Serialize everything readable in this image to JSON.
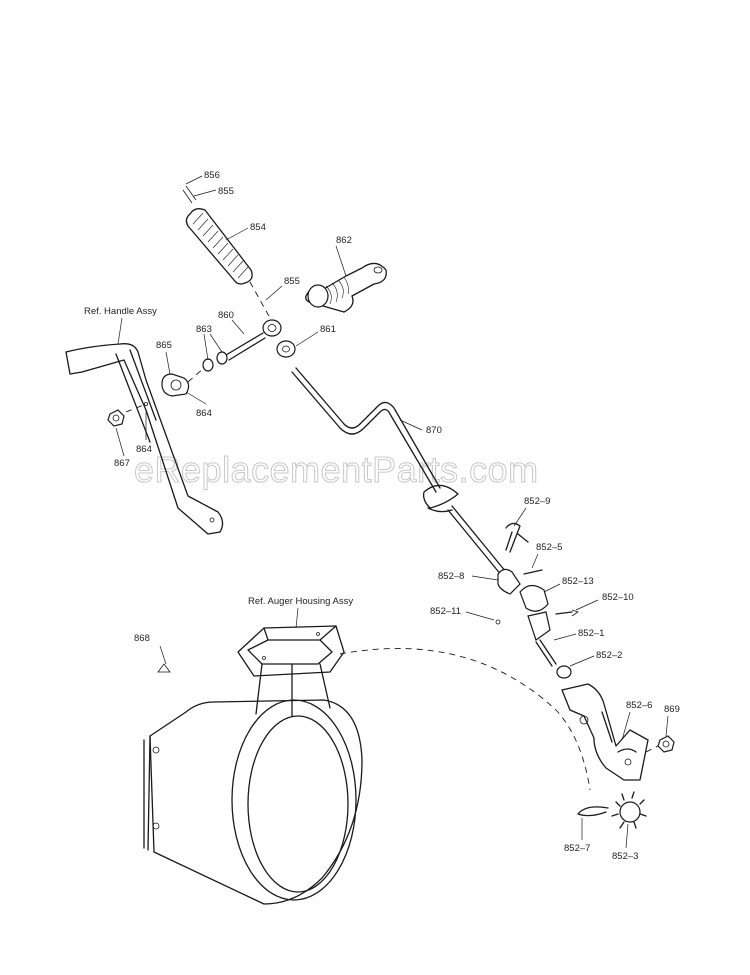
{
  "watermark": "eReplacementParts.com",
  "references": {
    "handle": "Ref. Handle Assy",
    "auger": "Ref. Auger Housing Assy"
  },
  "callouts": [
    {
      "id": "856",
      "label": "856"
    },
    {
      "id": "855a",
      "label": "855"
    },
    {
      "id": "854",
      "label": "854"
    },
    {
      "id": "862",
      "label": "862"
    },
    {
      "id": "855b",
      "label": "855"
    },
    {
      "id": "860",
      "label": "860"
    },
    {
      "id": "863",
      "label": "863"
    },
    {
      "id": "861",
      "label": "861"
    },
    {
      "id": "865",
      "label": "865"
    },
    {
      "id": "864a",
      "label": "864"
    },
    {
      "id": "864b",
      "label": "864"
    },
    {
      "id": "867",
      "label": "867"
    },
    {
      "id": "870",
      "label": "870"
    },
    {
      "id": "852-9",
      "label": "852–9"
    },
    {
      "id": "852-5",
      "label": "852–5"
    },
    {
      "id": "852-8",
      "label": "852–8"
    },
    {
      "id": "852-13",
      "label": "852–13"
    },
    {
      "id": "852-10",
      "label": "852–10"
    },
    {
      "id": "852-11",
      "label": "852–11"
    },
    {
      "id": "852-1",
      "label": "852–1"
    },
    {
      "id": "852-2",
      "label": "852–2"
    },
    {
      "id": "868",
      "label": "868"
    },
    {
      "id": "852-6",
      "label": "852–6"
    },
    {
      "id": "869",
      "label": "869"
    },
    {
      "id": "852-7",
      "label": "852–7"
    },
    {
      "id": "852-3",
      "label": "852–3"
    }
  ]
}
